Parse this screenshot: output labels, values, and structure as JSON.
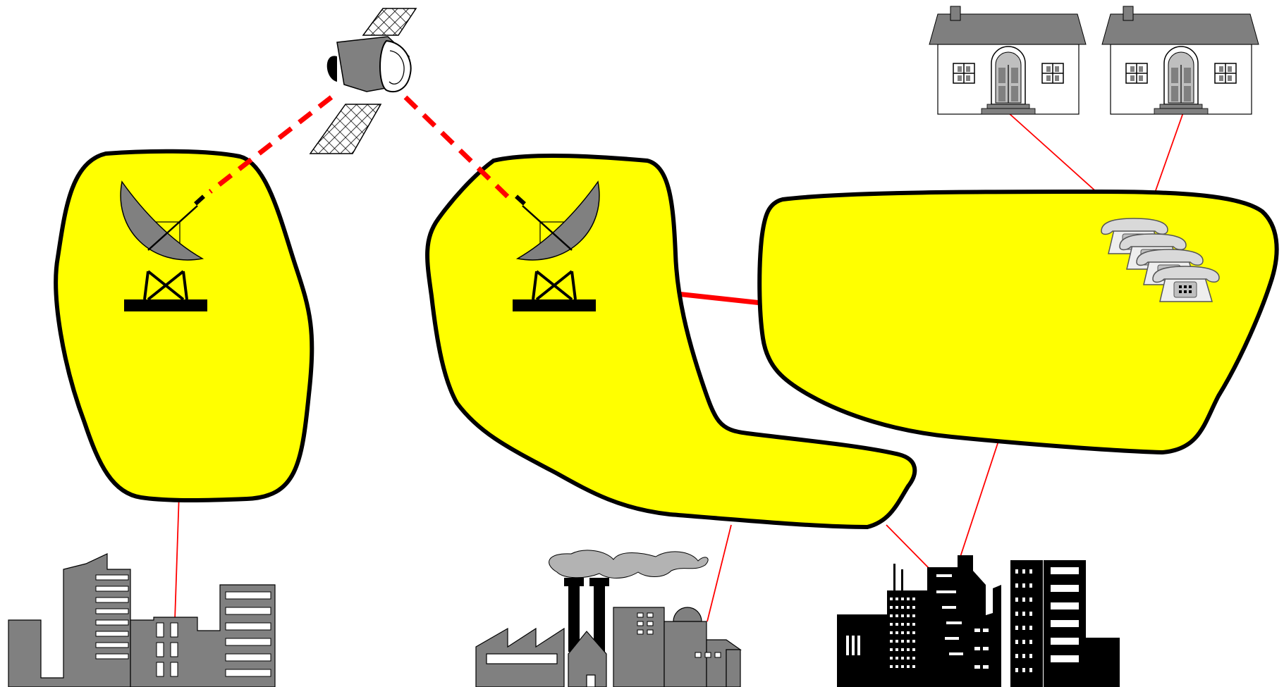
{
  "diagram": {
    "colors": {
      "region_fill": "#ffff00",
      "region_stroke": "#000000",
      "link": "#ff0000",
      "building_gray": "#808080",
      "building_black": "#000000",
      "house_wall": "#ffffff",
      "roof": "#7f7f7f",
      "smoke": "#b3b3b3"
    },
    "regions": [
      "left-region",
      "middle-region",
      "right-region"
    ],
    "icons": [
      "satellite-icon",
      "satellite-dish-icon",
      "telephone-icon",
      "house-icon",
      "office-building-icon",
      "factory-icon",
      "city-skyline-icon"
    ],
    "links": [
      {
        "from": "satellite",
        "to": "left-dish",
        "style": "dashed-thick"
      },
      {
        "from": "satellite",
        "to": "middle-dish",
        "style": "dashed-thick"
      },
      {
        "from": "middle-region",
        "to": "right-region",
        "style": "solid-thick"
      },
      {
        "from": "left-region",
        "to": "office-building",
        "style": "solid-thin"
      },
      {
        "from": "middle-region",
        "to": "factory",
        "style": "solid-thin"
      },
      {
        "from": "middle-region",
        "to": "city-skyline",
        "style": "solid-thin"
      },
      {
        "from": "right-region",
        "to": "city-skyline",
        "style": "solid-thin"
      },
      {
        "from": "right-region",
        "to": "house-1",
        "style": "solid-thin"
      },
      {
        "from": "right-region",
        "to": "house-2",
        "style": "solid-thin"
      }
    ]
  }
}
